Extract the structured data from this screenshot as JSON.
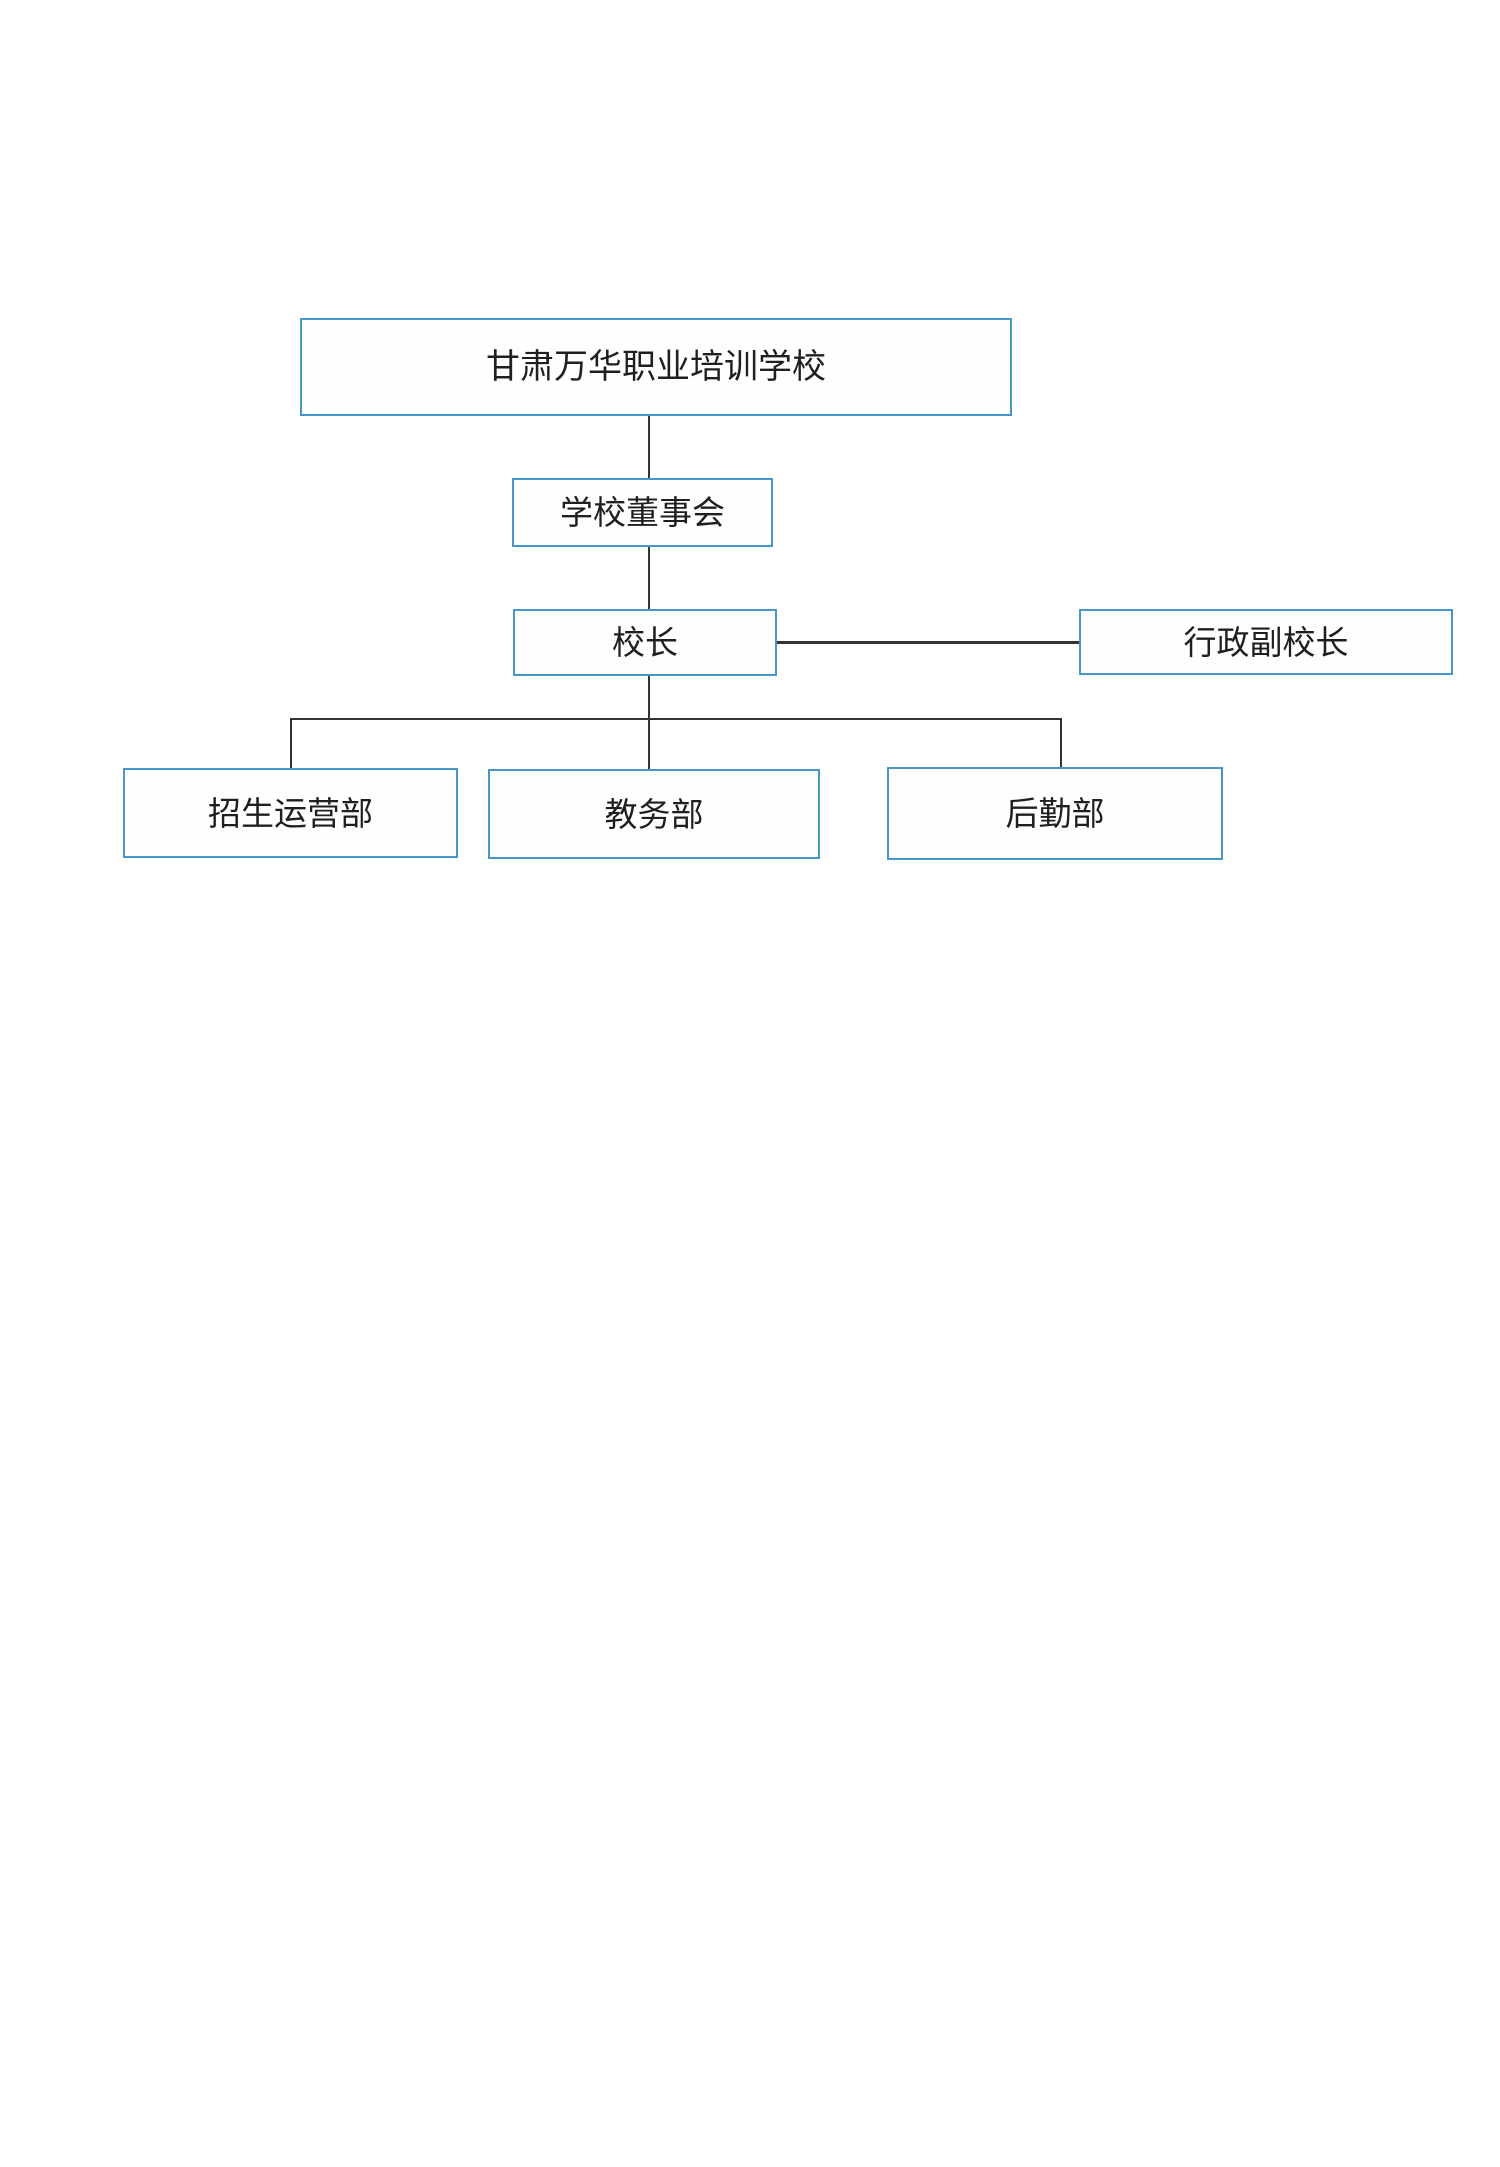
{
  "diagram": {
    "type": "org-chart",
    "nodes": {
      "school": {
        "label": "甘肃万华职业培训学校"
      },
      "board": {
        "label": "学校董事会"
      },
      "principal": {
        "label": "校长"
      },
      "vice_principal": {
        "label": "行政副校长"
      },
      "admissions": {
        "label": "招生运营部"
      },
      "academic": {
        "label": "教务部"
      },
      "logistics": {
        "label": "后勤部"
      }
    },
    "edges": [
      {
        "from": "school",
        "to": "board"
      },
      {
        "from": "board",
        "to": "principal"
      },
      {
        "from": "principal",
        "to": "vice_principal"
      },
      {
        "from": "principal",
        "to": "admissions"
      },
      {
        "from": "principal",
        "to": "academic"
      },
      {
        "from": "principal",
        "to": "logistics"
      }
    ],
    "colors": {
      "box_border": "#4796c7",
      "box_fill": "#fefefe",
      "connector_line": "#343434",
      "text": "#1f1f1f",
      "page_background": "#ffffff"
    }
  }
}
